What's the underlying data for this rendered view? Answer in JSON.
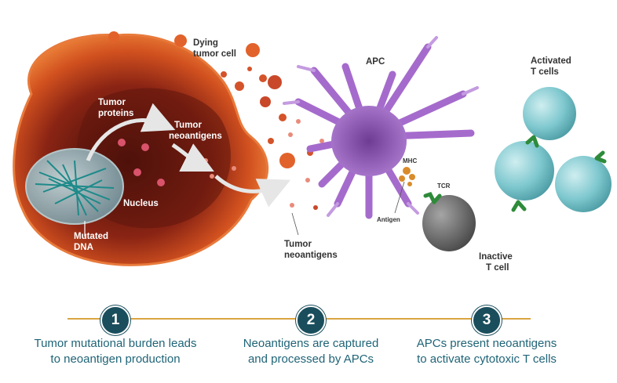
{
  "labels": {
    "dying_tumor_cell": [
      "Dying",
      "tumor cell"
    ],
    "tumor_proteins": [
      "Tumor",
      "proteins"
    ],
    "tumor_neoantigens_inner": [
      "Tumor",
      "neoantigens"
    ],
    "nucleus": "Nucleus",
    "mutated_dna": [
      "Mutated",
      "DNA"
    ],
    "tumor_neoantigens_outer": [
      "Tumor",
      "neoantigens"
    ],
    "apc": "APC",
    "mhc": "MHC",
    "antigen": "Antigen",
    "tcr": "TCR",
    "inactive_t_cell": [
      "Inactive",
      "T cell"
    ],
    "activated_t_cells": [
      "Activated",
      "T cells"
    ]
  },
  "steps": [
    {
      "number": "1",
      "line1": "Tumor mutational burden leads",
      "line2": "to neoantigen production"
    },
    {
      "number": "2",
      "line1": "Neoantigens are captured",
      "line2": "and processed by APCs"
    },
    {
      "number": "3",
      "line1": "APCs present neoantigens",
      "line2": "to activate cytotoxic T cells"
    }
  ],
  "colors": {
    "tumor_outer": "#e2622b",
    "tumor_inner": "#7a1f12",
    "nucleus": "#8fb0b8",
    "dna": "#1e8a8a",
    "apc": "#9b5fc0",
    "mhc": "#d98b2b",
    "inactive_t": "#6b6b6b",
    "activated_t": "#7fc8cf",
    "tcr": "#2e8b3a",
    "timeline": "#d9a441",
    "step_circle": "#1a4e5c",
    "step_text": "#1f6477"
  }
}
